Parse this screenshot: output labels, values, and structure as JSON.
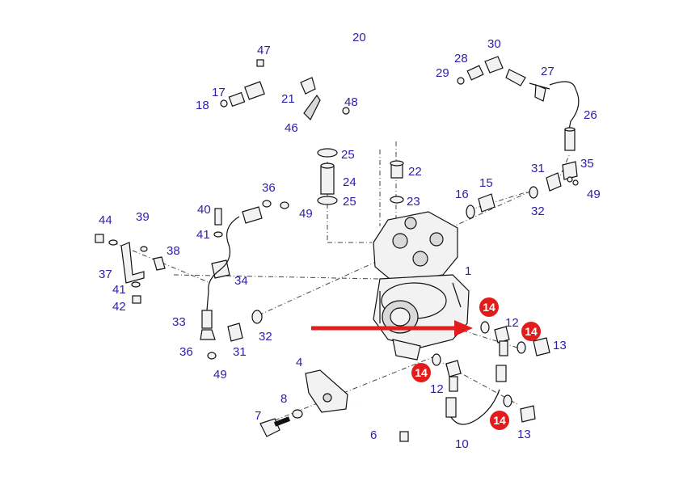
{
  "diagram": {
    "colors": {
      "label": "#2a1fa8",
      "highlight": "#e31b1b",
      "arrow": "#e31b1b"
    },
    "labels": [
      {
        "id": "l47",
        "text": "47"
      },
      {
        "id": "l20",
        "text": "20"
      },
      {
        "id": "l17",
        "text": "17"
      },
      {
        "id": "l18",
        "text": "18"
      },
      {
        "id": "l21",
        "text": "21"
      },
      {
        "id": "l48",
        "text": "48"
      },
      {
        "id": "l46",
        "text": "46"
      },
      {
        "id": "l25a",
        "text": "25"
      },
      {
        "id": "l24",
        "text": "24"
      },
      {
        "id": "l25b",
        "text": "25"
      },
      {
        "id": "l22",
        "text": "22"
      },
      {
        "id": "l23",
        "text": "23"
      },
      {
        "id": "l30",
        "text": "30"
      },
      {
        "id": "l28",
        "text": "28"
      },
      {
        "id": "l29",
        "text": "29"
      },
      {
        "id": "l27",
        "text": "27"
      },
      {
        "id": "l26",
        "text": "26"
      },
      {
        "id": "l31a",
        "text": "31"
      },
      {
        "id": "l35",
        "text": "35"
      },
      {
        "id": "l49a",
        "text": "49"
      },
      {
        "id": "l32a",
        "text": "32"
      },
      {
        "id": "l16",
        "text": "16"
      },
      {
        "id": "l15",
        "text": "15"
      },
      {
        "id": "l36a",
        "text": "36"
      },
      {
        "id": "l49b",
        "text": "49"
      },
      {
        "id": "l40",
        "text": "40"
      },
      {
        "id": "l41a",
        "text": "41"
      },
      {
        "id": "l44",
        "text": "44"
      },
      {
        "id": "l39",
        "text": "39"
      },
      {
        "id": "l38",
        "text": "38"
      },
      {
        "id": "l37",
        "text": "37"
      },
      {
        "id": "l41b",
        "text": "41"
      },
      {
        "id": "l42",
        "text": "42"
      },
      {
        "id": "l34",
        "text": "34"
      },
      {
        "id": "l1",
        "text": "1"
      },
      {
        "id": "l33",
        "text": "33"
      },
      {
        "id": "l32b",
        "text": "32"
      },
      {
        "id": "l36b",
        "text": "36"
      },
      {
        "id": "l31b",
        "text": "31"
      },
      {
        "id": "l49c",
        "text": "49"
      },
      {
        "id": "l4",
        "text": "4"
      },
      {
        "id": "l8",
        "text": "8"
      },
      {
        "id": "l7",
        "text": "7"
      },
      {
        "id": "l6",
        "text": "6"
      },
      {
        "id": "l12a",
        "text": "12"
      },
      {
        "id": "l13a",
        "text": "13"
      },
      {
        "id": "l12b",
        "text": "12"
      },
      {
        "id": "l10",
        "text": "10"
      },
      {
        "id": "l13b",
        "text": "13"
      }
    ],
    "highlighted": [
      {
        "id": "h1",
        "text": "14"
      },
      {
        "id": "h2",
        "text": "14"
      },
      {
        "id": "h3",
        "text": "14"
      },
      {
        "id": "h4",
        "text": "14"
      }
    ]
  }
}
